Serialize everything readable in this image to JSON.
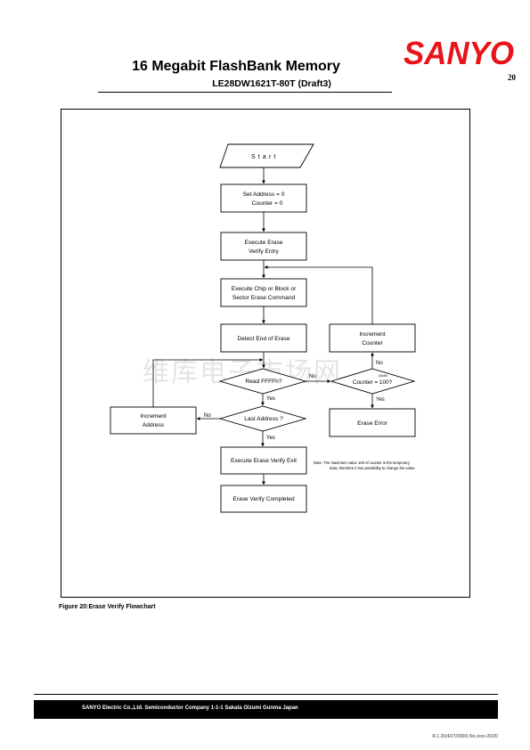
{
  "header": {
    "title": "16 Megabit  FlashBank  Memory",
    "subtitle": "LE28DW1621T-80T (Draft3)",
    "logo_text": "SANYO",
    "page_number": "20"
  },
  "flowchart": {
    "start": "S t a r t",
    "set_address": [
      "Set Address = 0",
      "Counter = 0"
    ],
    "execute_erase_verify_entry": [
      "Execute Erase",
      "Verify Entry"
    ],
    "execute_erase_command": [
      "Execute Chip or Block or",
      "Sector Erase Command"
    ],
    "detect_end_of_erase": "Detect End of Erase",
    "read_ffffh": "Read FFFFh?",
    "last_address": "Last Address ?",
    "execute_erase_verify_exit": "Execute Erase Verify Exit",
    "erase_verify_completed": "Erase Verify Completed",
    "increment_address": [
      "Increment",
      "Address"
    ],
    "increment_counter": [
      "Increment",
      "Counter"
    ],
    "counter_check": "Counter = 100?",
    "counter_note_tag": "(Note)",
    "erase_error": "Erase Error",
    "yes": "Yes",
    "no": "No",
    "note": [
      "Note: The maximum value 100 of counter is the temporary",
      "data, therefore it has possibility to change the value."
    ]
  },
  "caption": "Figure 20:Erase Verify  Flowchart",
  "watermark": "维库电子市场网",
  "footer": {
    "company": "SANYO Electric Co.,Ltd. Semiconductor Company  1-1-1 Sakata Oizumi Gunma Japan",
    "revision": "R.1.20(4/27/2000) No.xxxx-20/20"
  },
  "colors": {
    "logo_red": "#e8141a",
    "footer_bar": "#000000",
    "watermark": "#c4c4c4"
  }
}
